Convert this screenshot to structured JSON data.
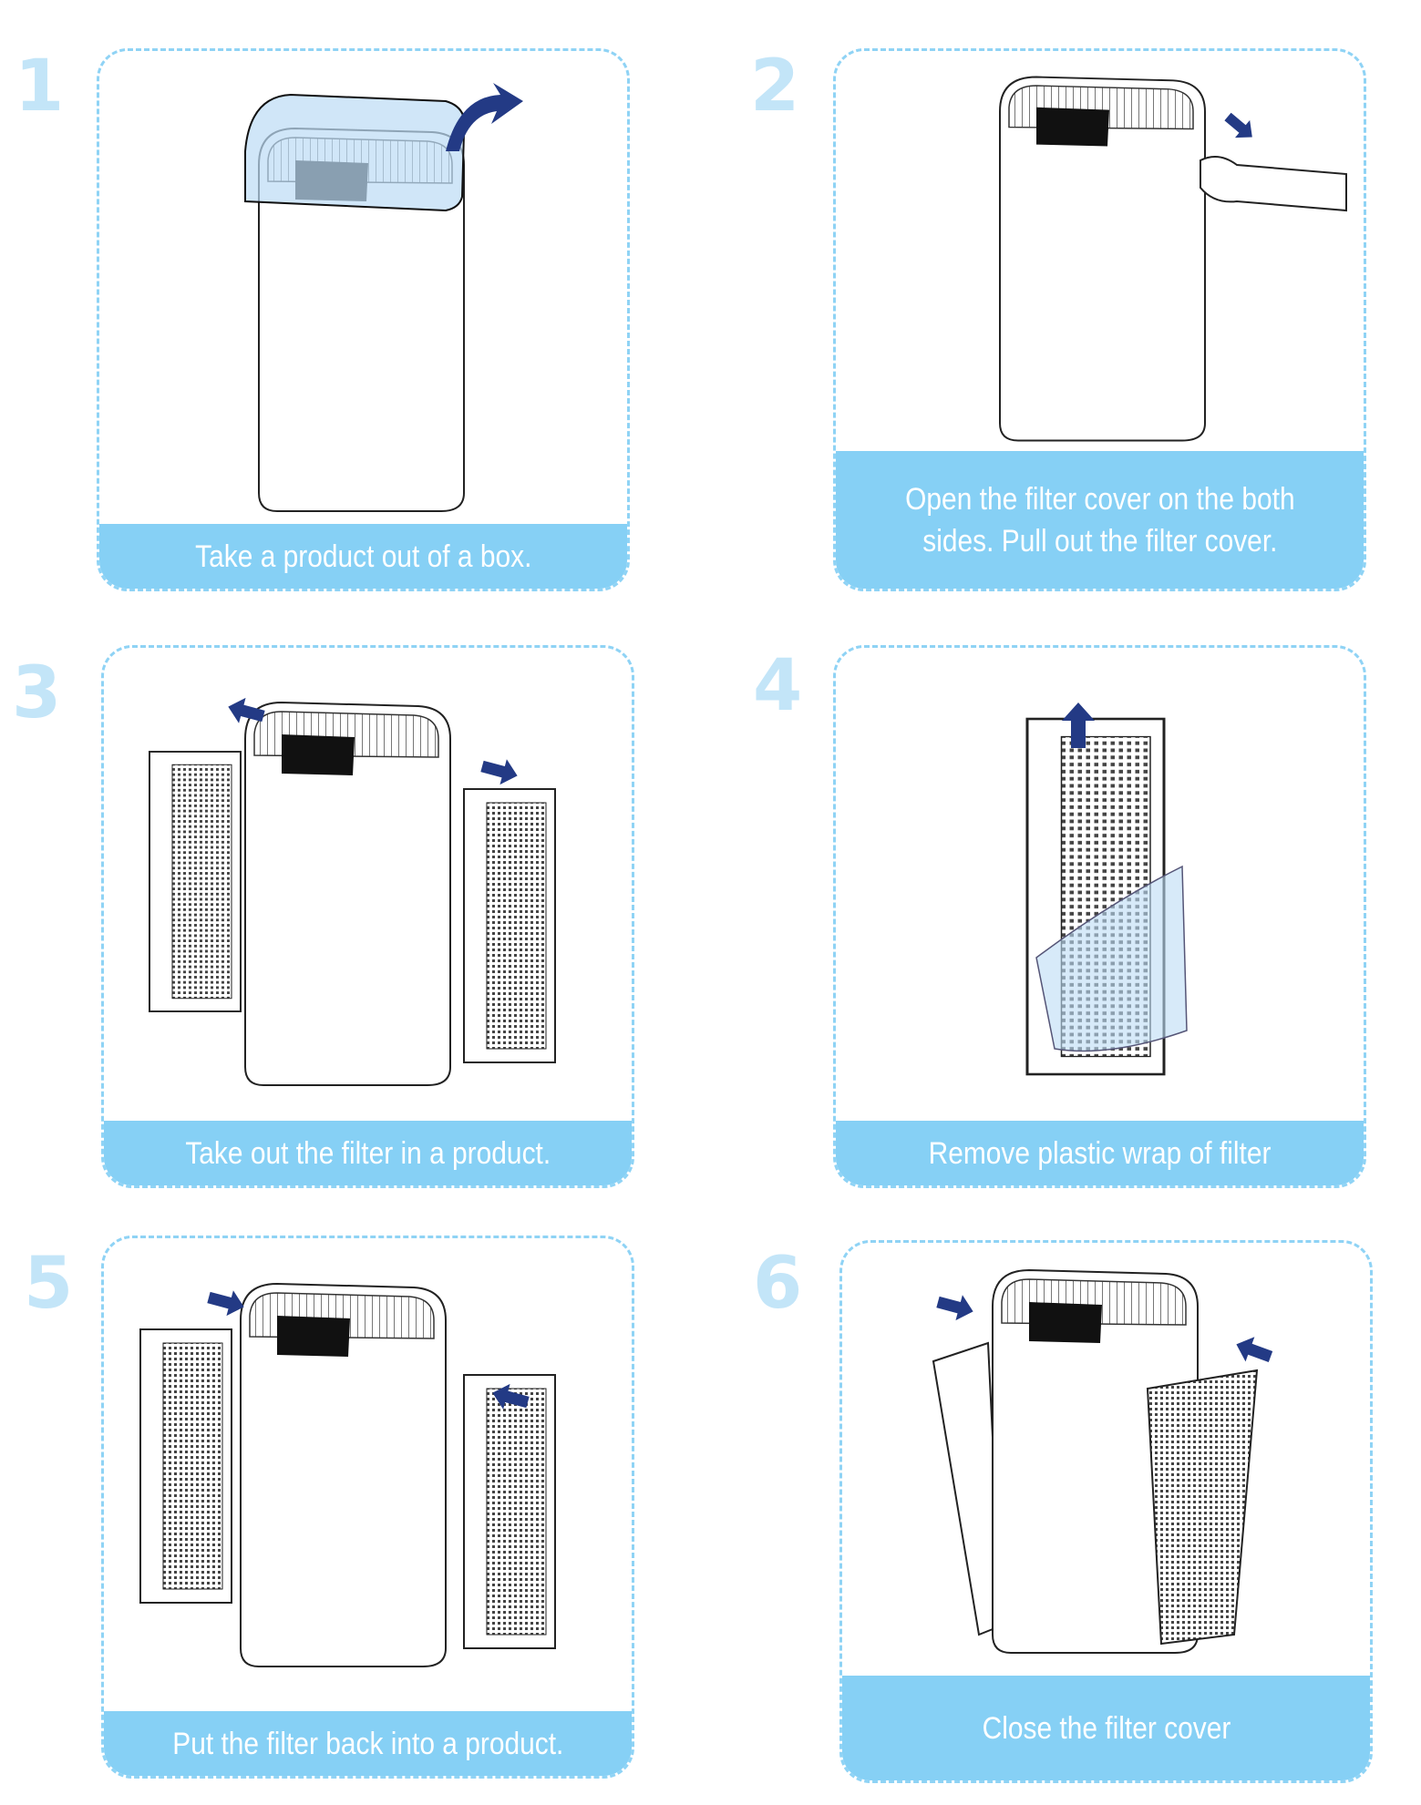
{
  "steps": [
    {
      "number": "1",
      "caption": "Take a product out of a box."
    },
    {
      "number": "2",
      "caption": "Open the filter cover  on the both\nsides.   Pull out the filter cover."
    },
    {
      "number": "3",
      "caption": "Take out the filter in a product."
    },
    {
      "number": "4",
      "caption": "Remove plastic wrap of filter"
    },
    {
      "number": "5",
      "caption": "Put the filter back into a product."
    },
    {
      "number": "6",
      "caption": "Close the filter cover"
    }
  ],
  "colors": {
    "accent": "#86d0f5",
    "number": "#c3e5f8",
    "arrow": "#233a85",
    "dash": "#8fd3f5"
  }
}
